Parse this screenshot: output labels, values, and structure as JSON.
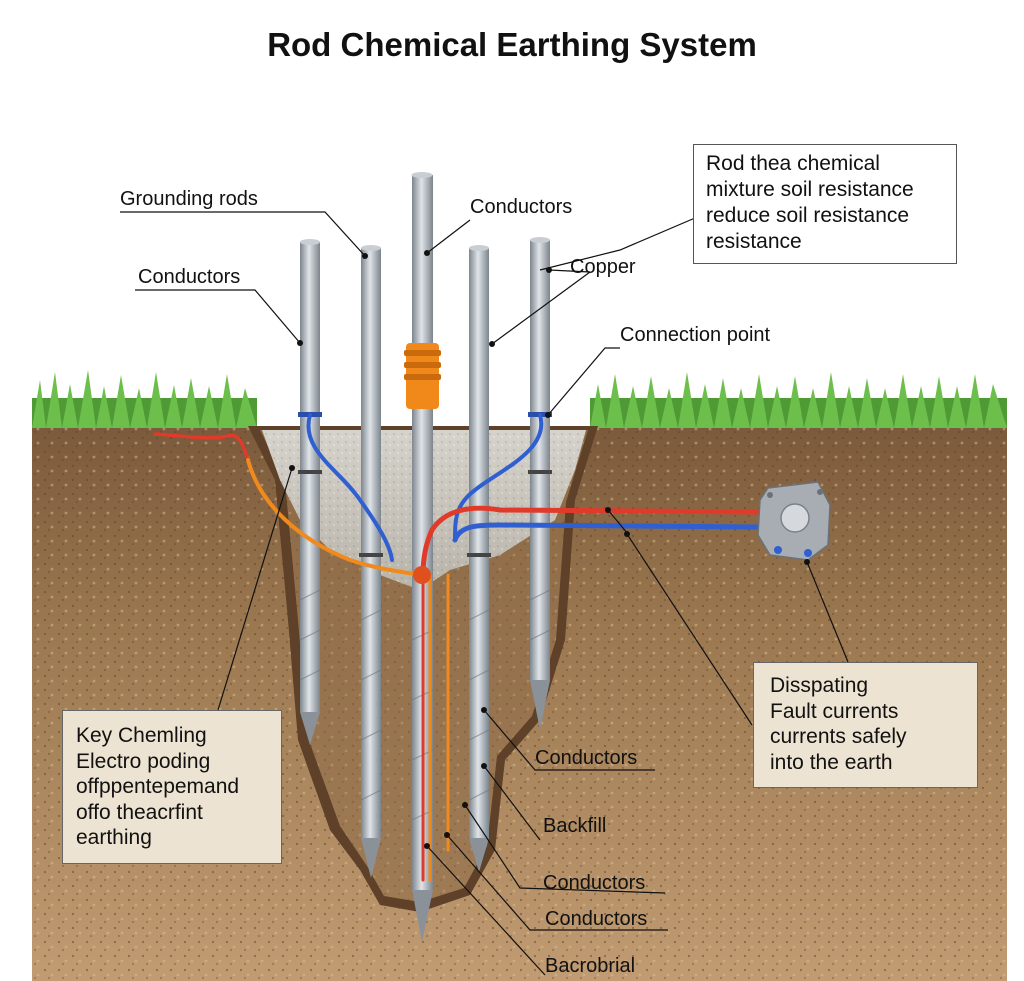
{
  "title": "Rod Chemical Earthing System",
  "labels": {
    "grounding_rods": "Grounding rods",
    "conductors_top": "Conductors",
    "conductors_left": "Conductors",
    "copper": "Copper",
    "connection_point": "Connection point",
    "conductors_r1": "Conductors",
    "backfill": "Backfill",
    "conductors_r2": "Conductors",
    "conductors_r3": "Conductors",
    "bacrobrial": "Bacrobrial"
  },
  "callouts": {
    "top_right": {
      "lines": [
        "Rod thea chemical",
        "mixture soil resistance",
        "reduce soil resistance",
        "resistance"
      ]
    },
    "left": {
      "lines": [
        "Key Chemling",
        "Electro poding",
        "offppentepemand",
        "offo theacrfint",
        "earthing"
      ]
    },
    "right": {
      "lines": [
        "Disspating",
        "Fault currents",
        "currents safely",
        "into the earth"
      ]
    }
  },
  "colors": {
    "grass": "#5aa640",
    "soil_top": "#8a6845",
    "soil_bottom": "#b8926a",
    "pit": "#7a5a3a",
    "backfill": "#c9c5bd",
    "rod": "#a9b0b8",
    "red_wire": "#e03a2a",
    "blue_wire": "#2f5fd0",
    "orange_wire": "#f08a1c"
  }
}
